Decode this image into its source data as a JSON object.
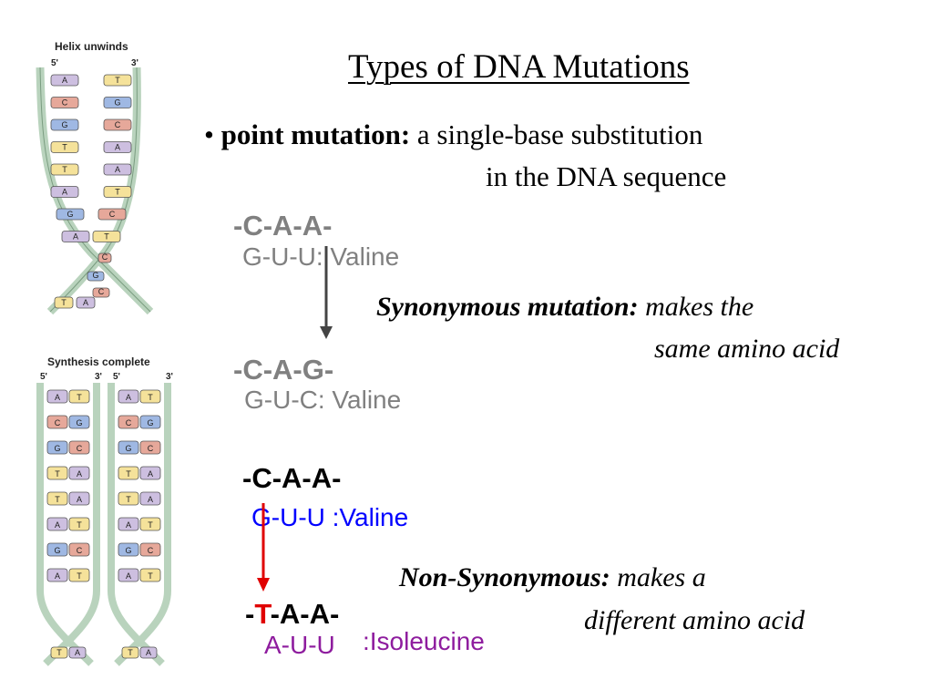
{
  "title": "Types of DNA Mutations",
  "bullet": {
    "marker": "•",
    "term": "point mutation:",
    "line1": "a single-base substitution",
    "line2": "in the DNA sequence"
  },
  "synonymous": {
    "seq_before": "-C-A-A-",
    "codon_before": "G-U-U: Valine",
    "seq_after": "-C-A-G-",
    "codon_after": "G-U-C: Valine",
    "label": "Synonymous mutation:",
    "desc1": "makes the",
    "desc2": "same amino acid"
  },
  "nonsynonymous": {
    "seq_before": "-C-A-A-",
    "codon_before": "G-U-U :Valine",
    "seq_after_prefix": "-",
    "seq_after_mutant": "T",
    "seq_after_rest": "-A-A-",
    "codon_after": "A-U-U",
    "amino_after": ":Isoleucine",
    "label": "Non-Synonymous:",
    "desc1": "makes a",
    "desc2": "different amino acid"
  },
  "figure_top": {
    "title": "Helix unwinds",
    "end_left": "5'",
    "end_right": "3'",
    "pairs": [
      [
        "A",
        "T"
      ],
      [
        "C",
        "G"
      ],
      [
        "G",
        "C"
      ],
      [
        "T",
        "A"
      ],
      [
        "T",
        "A"
      ],
      [
        "A",
        "T"
      ],
      [
        "G",
        "C"
      ],
      [
        "A",
        "T"
      ]
    ],
    "tail_bases": [
      "T",
      "A"
    ]
  },
  "figure_bottom": {
    "title": "Synthesis complete",
    "end_labels": [
      "5'",
      "3'",
      "5'",
      "3'"
    ],
    "pairs": [
      [
        "A",
        "T"
      ],
      [
        "C",
        "G"
      ],
      [
        "G",
        "C"
      ],
      [
        "T",
        "A"
      ],
      [
        "T",
        "A"
      ],
      [
        "A",
        "T"
      ],
      [
        "G",
        "C"
      ],
      [
        "A",
        "T"
      ]
    ],
    "tail_bases": [
      "T",
      "A"
    ]
  },
  "colors": {
    "A": "#cdbfe0",
    "T": "#f5e29a",
    "G": "#9fb8e3",
    "C": "#e6a89a",
    "backbone": "#b9d3bd",
    "gray_text": "#808080",
    "blue_text": "#0000ff",
    "purple_text": "#8e1c9e",
    "red": "#e00000"
  }
}
